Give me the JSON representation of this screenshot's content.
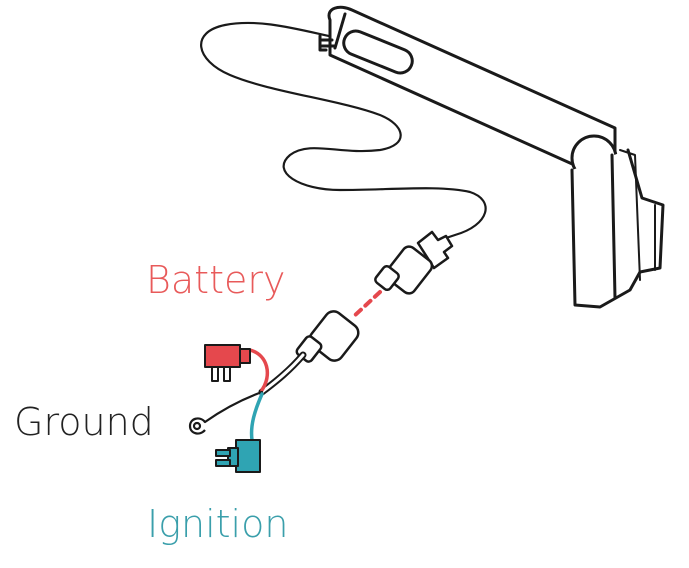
{
  "labels": {
    "battery": "Battery",
    "ground": "Ground",
    "ignition": "Ignition"
  },
  "colors": {
    "battery": "#e85a5a",
    "ground": "#222222",
    "ignition": "#3a9fab",
    "battery_part": "#e5484d",
    "ignition_part": "#2fa4b3",
    "outline": "#1a1a1a",
    "background": "#ffffff"
  },
  "icons": {
    "mount": "mirror-mount-bracket-icon",
    "connector": "power-connector-icon",
    "fuse_tap_battery": "fuse-tap-icon",
    "fuse_tap_ignition": "fuse-tap-icon",
    "ground_terminal": "ring-terminal-icon"
  }
}
